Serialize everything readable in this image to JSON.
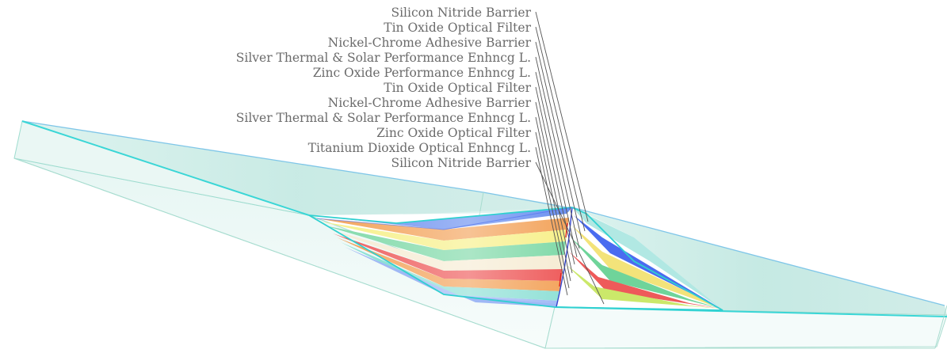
{
  "labels": [
    "Silicon Nitride Barrier",
    "Tin Oxide Optical Filter",
    "Nickel-Chrome Adhesive Barrier",
    "Silver Thermal & Solar Performance Enhncg L.",
    "Zinc Oxide Performance Enhncg L.",
    "Tin Oxide Optical Filter",
    "Nickel-Chrome Adhesive Barrier",
    "Silver Thermal & Solar Performance Enhncg L.",
    "Zinc Oxide Optical Filter",
    "Titanium Dioxide Optical Enhncg L.",
    "Silicon Nitride Barrier"
  ],
  "colors": {
    "glass_outline": "#3ad6d6",
    "glass_fill": "#d9f2ee",
    "leader_line": "#555555",
    "label_text": "#6b6b6b",
    "layer_blue": "#4a6cf0",
    "layer_yellow": "#f7f08a",
    "layer_green": "#6fd49a",
    "layer_red": "#ee5a5a",
    "layer_orange": "#f3a35b"
  }
}
